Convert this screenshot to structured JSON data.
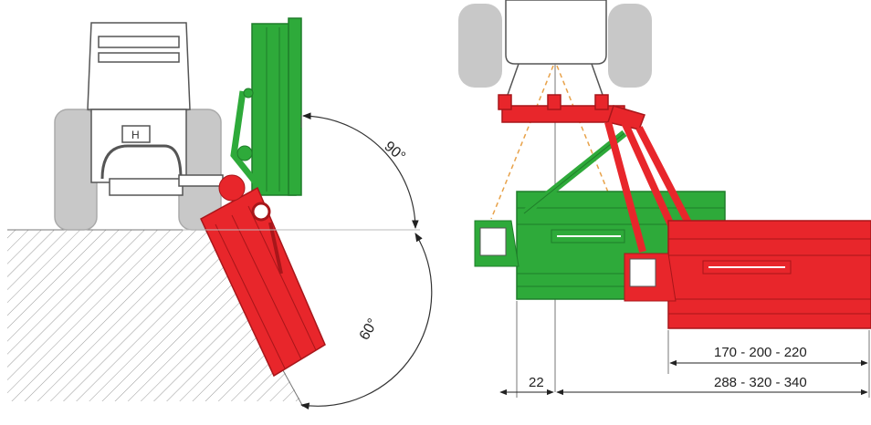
{
  "angles": {
    "upper": "90°",
    "lower": "60°"
  },
  "dimensions": {
    "offset": "22",
    "inner_reach": "170 - 200 - 220",
    "outer_reach": "288 - 320 - 340"
  },
  "colors": {
    "green": "#2eaa3a",
    "green_dark": "#1f7d2a",
    "red": "#e8262b",
    "red_dark": "#a8161a",
    "tyre": "#c8c8c8",
    "outline": "#555555",
    "hitch_dash": "#e8a24a"
  }
}
